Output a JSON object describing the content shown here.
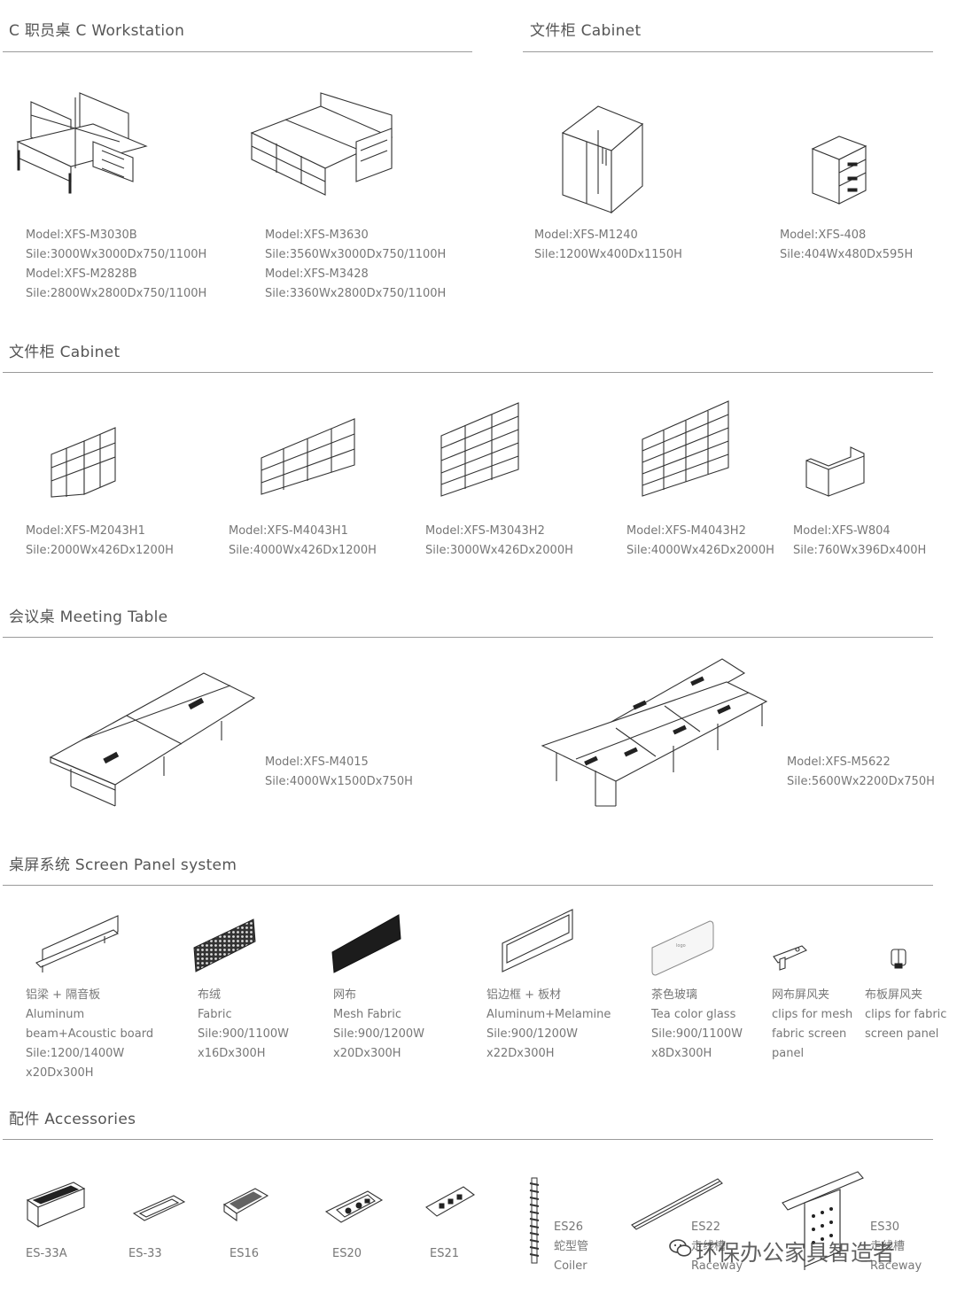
{
  "sections": {
    "workstation": "C 职员桌   C  Workstation",
    "cabinet_top": "文件柜  Cabinet",
    "cabinet": "文件柜  Cabinet",
    "meeting": "会议桌  Meeting Table",
    "screen": "桌屏系统  Screen Panel system",
    "accessories": "配件  Accessories"
  },
  "workstations": [
    {
      "lines": [
        "Model:XFS-M3030B",
        "Sile:3000Wx3000Dx750/1100H",
        "Model:XFS-M2828B",
        "Sile:2800Wx2800Dx750/1100H"
      ]
    },
    {
      "lines": [
        "Model:XFS-M3630",
        "Sile:3560Wx3000Dx750/1100H",
        "Model:XFS-M3428",
        "Sile:3360Wx2800Dx750/1100H"
      ]
    }
  ],
  "cabinets_top": [
    {
      "lines": [
        "Model:XFS-M1240",
        "Sile:1200Wx400Dx1150H"
      ]
    },
    {
      "lines": [
        "Model:XFS-408",
        "Sile:404Wx480Dx595H"
      ]
    }
  ],
  "cabinets": [
    {
      "lines": [
        "Model:XFS-M2043H1",
        "Sile:2000Wx426Dx1200H"
      ]
    },
    {
      "lines": [
        "Model:XFS-M4043H1",
        "Sile:4000Wx426Dx1200H"
      ]
    },
    {
      "lines": [
        "Model:XFS-M3043H2",
        "Sile:3000Wx426Dx2000H"
      ]
    },
    {
      "lines": [
        "Model:XFS-M4043H2",
        "Sile:4000Wx426Dx2000H"
      ]
    },
    {
      "lines": [
        "Model:XFS-W804",
        "Sile:760Wx396Dx400H"
      ]
    }
  ],
  "meeting_tables": [
    {
      "lines": [
        "Model:XFS-M4015",
        "Sile:4000Wx1500Dx750H"
      ]
    },
    {
      "lines": [
        "Model:XFS-M5622",
        "Sile:5600Wx2200Dx750H"
      ]
    }
  ],
  "screens": [
    {
      "lines": [
        "铝梁 + 隔音板",
        "Aluminum",
        "beam+Acoustic board",
        "Sile:1200/1400W",
        "x20Dx300H"
      ]
    },
    {
      "lines": [
        "布绒",
        "Fabric",
        "Sile:900/1100W",
        "x16Dx300H"
      ]
    },
    {
      "lines": [
        "网布",
        "Mesh Fabric",
        "Sile:900/1200W",
        "x20Dx300H"
      ]
    },
    {
      "lines": [
        "铝边框 + 板材",
        "Aluminum+Melamine",
        "Sile:900/1200W",
        "x22Dx300H"
      ]
    },
    {
      "lines": [
        "茶色玻璃",
        "Tea color glass",
        "Sile:900/1100W",
        "x8Dx300H"
      ]
    },
    {
      "lines": [
        "网布屏风夹",
        "clips for mesh",
        "fabric screen",
        "panel"
      ]
    },
    {
      "lines": [
        "布板屏风夹",
        "clips for  fabric",
        "screen panel"
      ]
    }
  ],
  "accessories": [
    {
      "lines": [
        "ES-33A"
      ]
    },
    {
      "lines": [
        "ES-33"
      ]
    },
    {
      "lines": [
        "ES16"
      ]
    },
    {
      "lines": [
        "ES20"
      ]
    },
    {
      "lines": [
        "ES21"
      ]
    },
    {
      "lines": [
        "ES26",
        "蛇型管",
        "Coiler"
      ]
    },
    {
      "lines": [
        "ES22",
        "走线槽",
        "Raceway"
      ]
    },
    {
      "lines": [
        "ES30",
        "走线槽",
        "Raceway"
      ]
    }
  ],
  "watermark": "环保办公家具智造者",
  "icons": [
    "wechat-icon"
  ],
  "colors": {
    "text": "#777777",
    "heading": "#555555",
    "line": "#333333"
  }
}
